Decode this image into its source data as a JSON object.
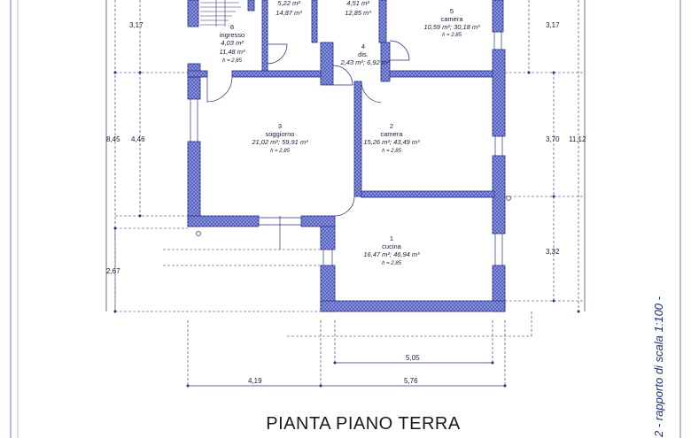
{
  "title": "PIANTA PIANO TERRA",
  "scale_note": "2 - rapporto di scala 1:100 -",
  "colors": {
    "wall_fill": "#5a66c4",
    "wall_stroke": "#1e2a8c",
    "dimension_line": "#2b2f7a",
    "text": "#1a1a3a",
    "frame_purple": "#b59bd1"
  },
  "rooms": [
    {
      "number": "",
      "area": "5,22 m²",
      "volume": "14,87 m³",
      "height": ""
    },
    {
      "number": "",
      "area": "4,51 m²",
      "volume": "12,85 m³",
      "height": ""
    },
    {
      "number": "5",
      "name": "camera",
      "area": "10,59 m²; 30,18 m³",
      "height": "h = 2,85"
    },
    {
      "number": "8",
      "name": "ingresso",
      "area": "4,03 m²",
      "volume": "11,48 m³",
      "height": "h = 2,85"
    },
    {
      "number": "4",
      "name": "dis.",
      "area": "2,43 m²; 6,92 m³",
      "height": ""
    },
    {
      "number": "3",
      "name": "soggiorno",
      "area": "21,02 m²; 59,91 m³",
      "height": "h = 2,85"
    },
    {
      "number": "2",
      "name": "camera",
      "area": "15,26 m²; 43,49 m³",
      "height": "h = 2,85"
    },
    {
      "number": "1",
      "name": "cucina",
      "area": "16,47 m²; 46,94 m³",
      "height": "h = 2,85"
    }
  ],
  "dimensions": {
    "left_outer": "8,45",
    "left_top": "3,17",
    "left_mid": "4,46",
    "left_bottom": "2,67",
    "right_top": "3,17",
    "right_mid": "3,70",
    "right_bottom": "3,32",
    "right_total": "11,12",
    "bottom_inner": "5,05",
    "bottom_left": "4,19",
    "bottom_right": "5,76"
  }
}
